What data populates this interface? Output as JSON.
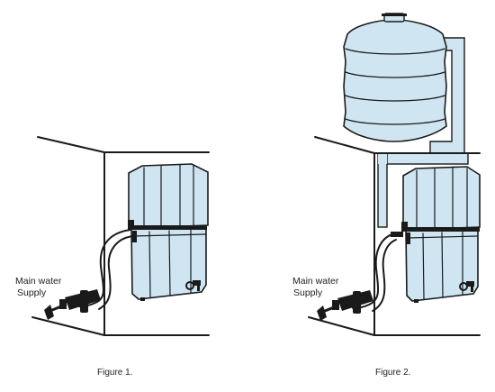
{
  "figures": [
    {
      "caption": "Figure 1.",
      "label_line1": "Main water",
      "label_line2": "Supply"
    },
    {
      "caption": "Figure 2.",
      "label_line1": "Main water",
      "label_line2": "Supply"
    }
  ],
  "colors": {
    "tank_fill": "#cfe6f2",
    "line": "#1a1a1a"
  },
  "icons": [
    "water-purifier-icon",
    "overhead-tank-icon",
    "tap-icon",
    "hose-icon",
    "valve-icon"
  ]
}
